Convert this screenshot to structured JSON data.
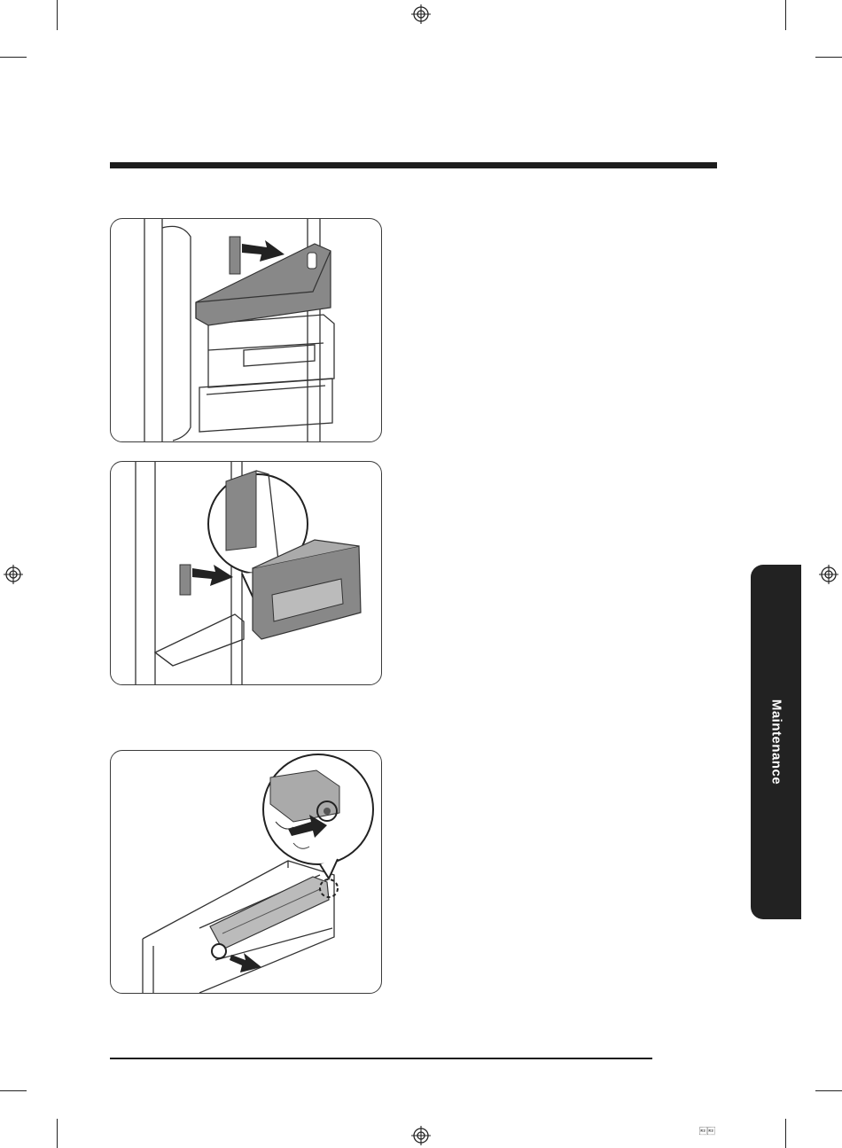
{
  "side_tab": {
    "label": "Maintenance"
  },
  "page_marker": "\u001e\u001e",
  "figures": [
    {
      "name": "remove-door-bin-figure"
    },
    {
      "name": "lift-ice-bucket-figure"
    },
    {
      "name": "locking-pins-figure"
    }
  ],
  "colors": {
    "tab_background": "#222222",
    "rule": "#1d1d1d",
    "shading": "#888888"
  },
  "icons": [
    "registration-mark-icon",
    "arrow-icon",
    "magnifier-callout-icon"
  ]
}
